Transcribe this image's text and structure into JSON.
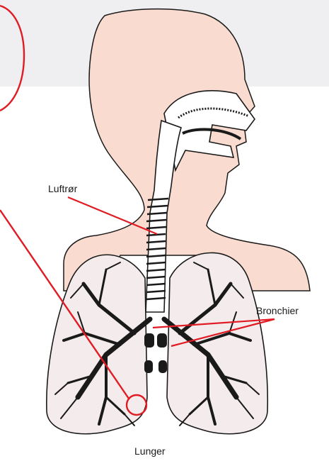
{
  "labels": {
    "trachea": "Luftrør",
    "bronchi": "Bronchier",
    "lungs": "Lunger"
  },
  "colors": {
    "skin": "#f9dccf",
    "outline": "#1a1a1a",
    "pointer": "#e01b24",
    "lung_fill": "#f4ecec",
    "background_band": "#efeff1"
  }
}
